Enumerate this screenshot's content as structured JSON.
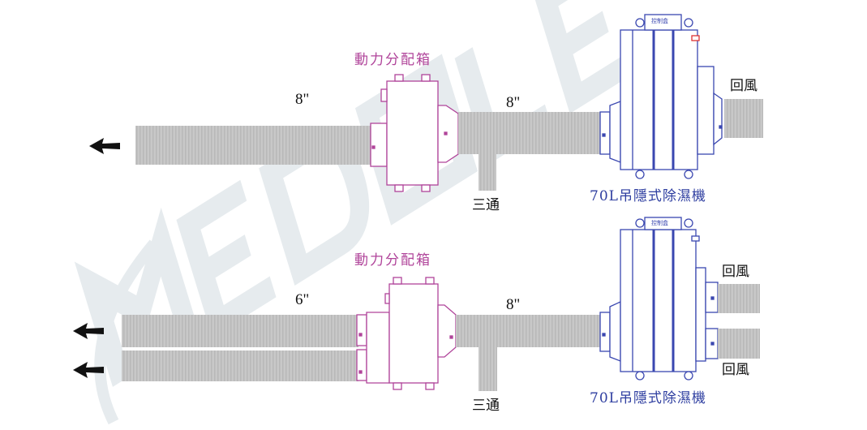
{
  "watermark": "MEDOLE",
  "colors": {
    "distribution_box": "#b0449a",
    "dehumidifier": "#3a47b0",
    "duct": "#c4c4c4"
  },
  "top_system": {
    "supply_size": "8\"",
    "main_size": "8\"",
    "distribution_box_label": "動力分配箱",
    "tee_label": "三通",
    "unit_label": "70L吊隱式除濕機",
    "control_box_label": "控制盒",
    "return_label": "回風"
  },
  "bottom_system": {
    "supply_size": "6\"",
    "main_size": "8\"",
    "distribution_box_label": "動力分配箱",
    "tee_label": "三通",
    "unit_label": "70L吊隱式除濕機",
    "control_box_label": "控制盒",
    "return_label_upper": "回風",
    "return_label_lower": "回風"
  }
}
